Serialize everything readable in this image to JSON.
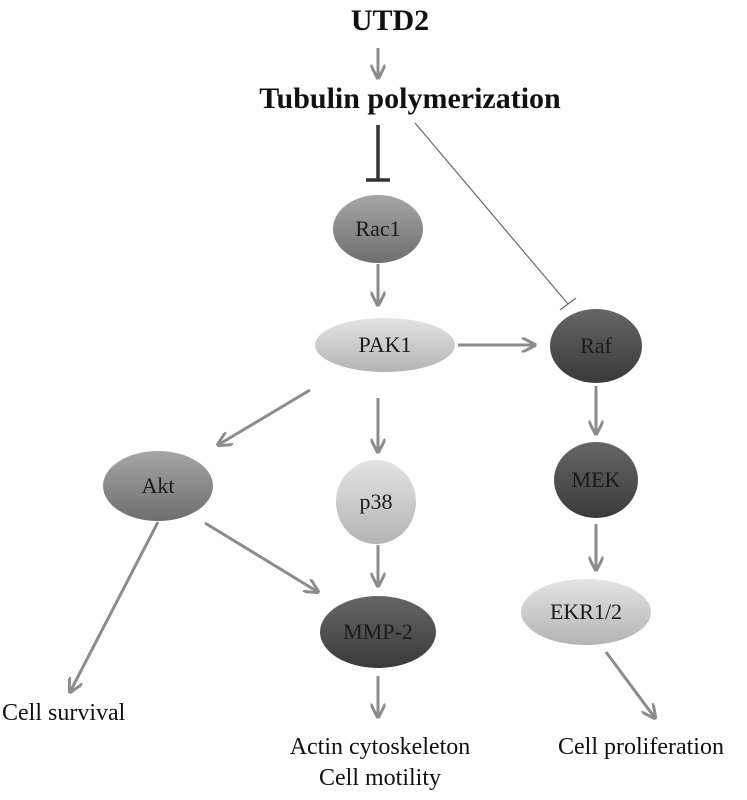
{
  "diagram": {
    "title": "UTD2",
    "subtitle": "Tubulin polymerization",
    "nodes": {
      "rac1": "Rac1",
      "pak1": "PAK1",
      "raf": "Raf",
      "akt": "Akt",
      "p38": "p38",
      "mek": "MEK",
      "mmp2": "MMP-2",
      "ekr12": "EKR1/2"
    },
    "outcomes": {
      "cell_survival": "Cell survival",
      "actin_cytoskeleton": "Actin cytoskeleton",
      "cell_motility": "Cell motility",
      "cell_proliferation": "Cell proliferation"
    }
  },
  "colors": {
    "arrow": "#8c8c8c",
    "inhibit_dark": "#333333",
    "node_medium": "#8a8a8a",
    "node_light": "#cfcfcf",
    "node_dark": "#4e4e4e"
  }
}
